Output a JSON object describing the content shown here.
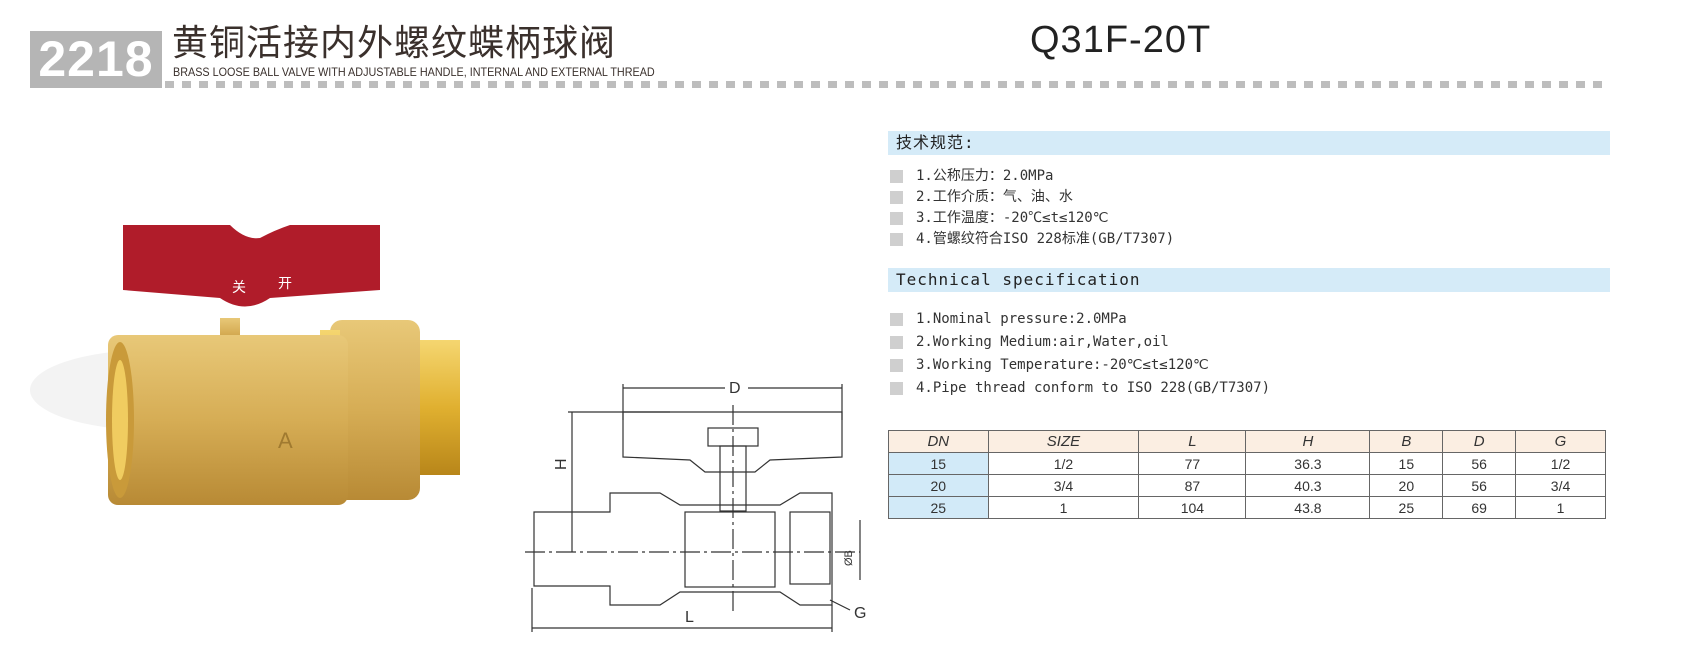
{
  "header": {
    "code": "2218",
    "title_cn": "黄铜活接内外螺纹蝶柄球阀",
    "title_en": "BRASS LOOSE BALL VALVE WITH ADJUSTABLE HANDLE, INTERNAL AND EXTERNAL THREAD",
    "model": "Q31F-20T"
  },
  "photo": {
    "handle_close": "关",
    "handle_open": "开"
  },
  "drawing": {
    "labels": {
      "D": "D",
      "H": "H",
      "L": "L",
      "B": "ØB",
      "G": "G"
    }
  },
  "spec_cn": {
    "heading": "技术规范:",
    "items": [
      "1.公称压力：2.0MPa",
      "2.工作介质：气、油、水",
      "3.工作温度：-20℃≤t≤120℃",
      "4.管螺纹符合ISO 228标准(GB/T7307)"
    ]
  },
  "spec_en": {
    "heading": "Technical specification",
    "items": [
      "1.Nominal pressure:2.0MPa",
      "2.Working Medium:air,Water,oil",
      "3.Working Temperature:-20℃≤t≤120℃",
      "4.Pipe thread conform to ISO 228(GB/T7307)"
    ]
  },
  "table": {
    "headers": [
      "DN",
      "SIZE",
      "L",
      "H",
      "B",
      "D",
      "G"
    ],
    "rows": [
      [
        "15",
        "1/2",
        "77",
        "36.3",
        "15",
        "56",
        "1/2"
      ],
      [
        "20",
        "3/4",
        "87",
        "40.3",
        "20",
        "56",
        "3/4"
      ],
      [
        "25",
        "1",
        "104",
        "43.8",
        "25",
        "69",
        "1"
      ]
    ]
  },
  "colors": {
    "handle": "#b01c2a",
    "brass": "#d9b25a",
    "spec_bar": "#d5ebf8",
    "table_header": "#fbeee2",
    "dn_cell": "#d2eaf8"
  }
}
